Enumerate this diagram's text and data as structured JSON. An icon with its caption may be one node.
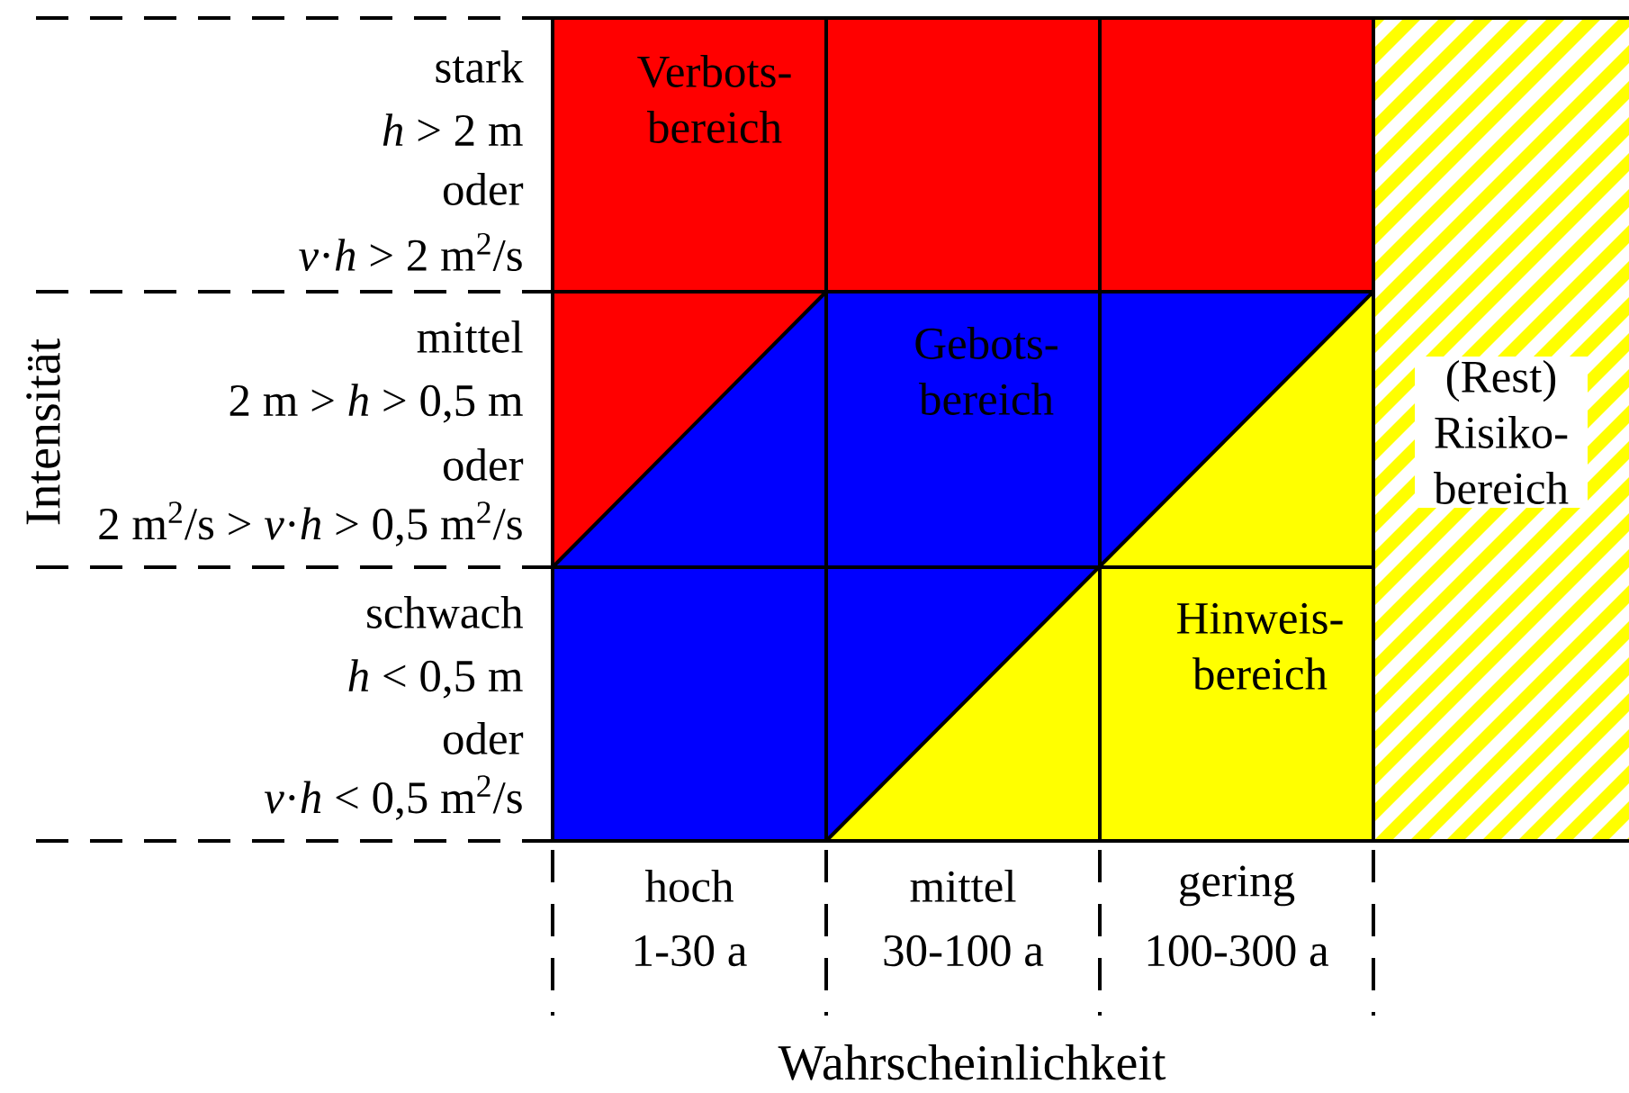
{
  "diagram": {
    "nodes": [
      {
        "text": [
          "(Rest) Risiko- bereich"
        ]
      }
    ],
    "labels": [
      "stark",
      "*h* > 2 m",
      "oder",
      "*v*·*h* > 2 m$^{2}$/s",
      "Verbots- bereich",
      "mittel",
      "2 m > *h* > 0,5 m",
      "oder",
      "2 m$^{2}$/s > *v*·*h* > 0,5 m$^{2}$/s",
      "Gebots- bereich",
      "schwach",
      "*h* < 0,5 m",
      "oder",
      "*v*·*h* < 0,5 m$^{2}$/s",
      "Hinweis- bereich",
      "hoch",
      "mittel",
      "gering",
      "1-30 a",
      "30-100 a",
      "100-300 a",
      "Intensität",
      "Wahrscheinlichkeit"
    ]
  }
}
